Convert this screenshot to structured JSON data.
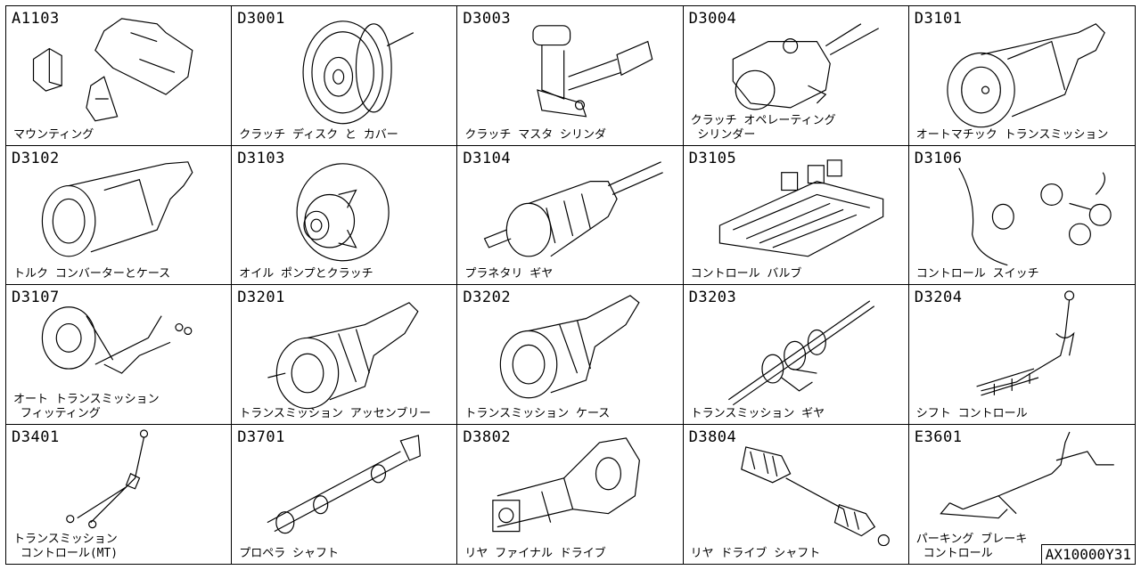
{
  "cells": [
    {
      "code": "A1103",
      "label": "マウンティング"
    },
    {
      "code": "D3001",
      "label": "クラッチ ディスク と カバー"
    },
    {
      "code": "D3003",
      "label": "クラッチ マスタ シリンダ"
    },
    {
      "code": "D3004",
      "label": "クラッチ オペレーティング\n シリンダー"
    },
    {
      "code": "D3101",
      "label": "オートマチック トランスミッション"
    },
    {
      "code": "D3102",
      "label": "トルク コンバーターとケース"
    },
    {
      "code": "D3103",
      "label": "オイル ポンプとクラッチ"
    },
    {
      "code": "D3104",
      "label": "プラネタリ ギヤ"
    },
    {
      "code": "D3105",
      "label": "コントロール バルブ"
    },
    {
      "code": "D3106",
      "label": "コントロール スイッチ"
    },
    {
      "code": "D3107",
      "label": "オート トランスミッション\n フィッティング"
    },
    {
      "code": "D3201",
      "label": "トランスミッション アッセンブリー"
    },
    {
      "code": "D3202",
      "label": "トランスミッション ケース"
    },
    {
      "code": "D3203",
      "label": "トランスミッション ギヤ"
    },
    {
      "code": "D3204",
      "label": "シフト コントロール"
    },
    {
      "code": "D3401",
      "label": "トランスミッション\n コントロール(MT)"
    },
    {
      "code": "D3701",
      "label": "プロペラ シャフト"
    },
    {
      "code": "D3802",
      "label": "リヤ ファイナル ドライブ"
    },
    {
      "code": "D3804",
      "label": "リヤ ドライブ シャフト"
    },
    {
      "code": "E3601",
      "label": "パーキング ブレーキ\n コントロール"
    }
  ],
  "footer_code": "AX10000Y31"
}
